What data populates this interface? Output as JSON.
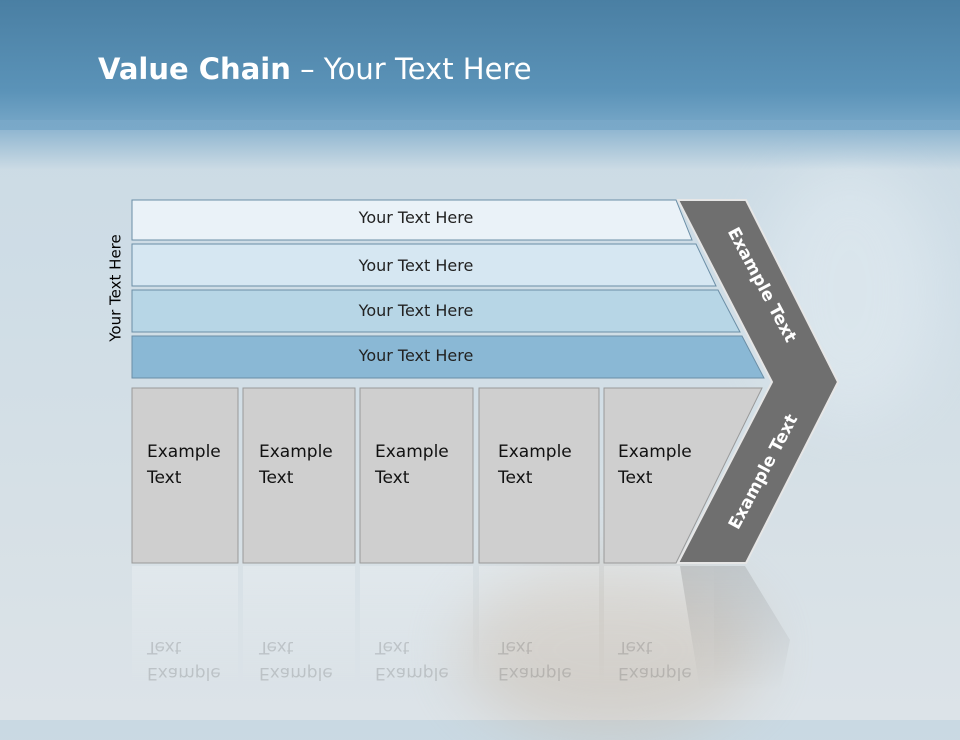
{
  "slide": {
    "title_bold": "Value Chain",
    "title_rest": " – Your Text Here"
  },
  "diagram": {
    "vertical_label": "Your Text Here",
    "bands": [
      "Your Text Here",
      "Your Text Here",
      "Your Text Here",
      "Your Text Here"
    ],
    "boxes": [
      {
        "line1": "Example",
        "line2": "Text"
      },
      {
        "line1": "Example",
        "line2": "Text"
      },
      {
        "line1": "Example",
        "line2": "Text"
      },
      {
        "line1": "Example",
        "line2": "Text"
      },
      {
        "line1": "Example",
        "line2": "Text"
      }
    ],
    "chevron_top_label": "Example Text",
    "chevron_bottom_label": "Example Text"
  },
  "colors": {
    "header": "#5b93b8",
    "band1": "#eaf2f8",
    "band2": "#d6e7f2",
    "band3": "#b7d6e6",
    "band4": "#8ab8d5",
    "box": "#cfcfcf",
    "chevron": "#6f6f6f"
  }
}
